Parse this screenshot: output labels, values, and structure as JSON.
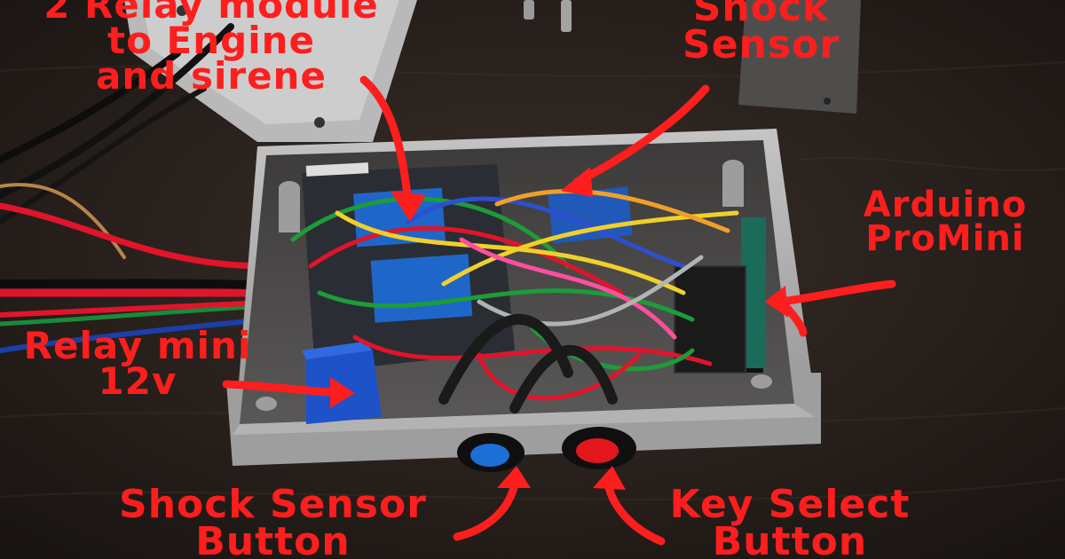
{
  "photo": {
    "subject": "arduino-car-alarm-enclosure",
    "annotation_color": "#ff1e1e",
    "box_color": "#a9a9a9",
    "background_color": "#1c1714"
  },
  "labels": {
    "relay_module": "2 Relay module\nto Engine\nand sirene",
    "shock_sensor": "Shock\nSensor",
    "arduino": "Arduino\nProMini",
    "relay_mini": "Relay mini\n12v",
    "shock_button": "Shock Sensor\nButton",
    "key_button": "Key Select\nButton"
  },
  "buttons": {
    "shock_button_color": "#1d6fd6",
    "key_button_color": "#e3161c"
  }
}
